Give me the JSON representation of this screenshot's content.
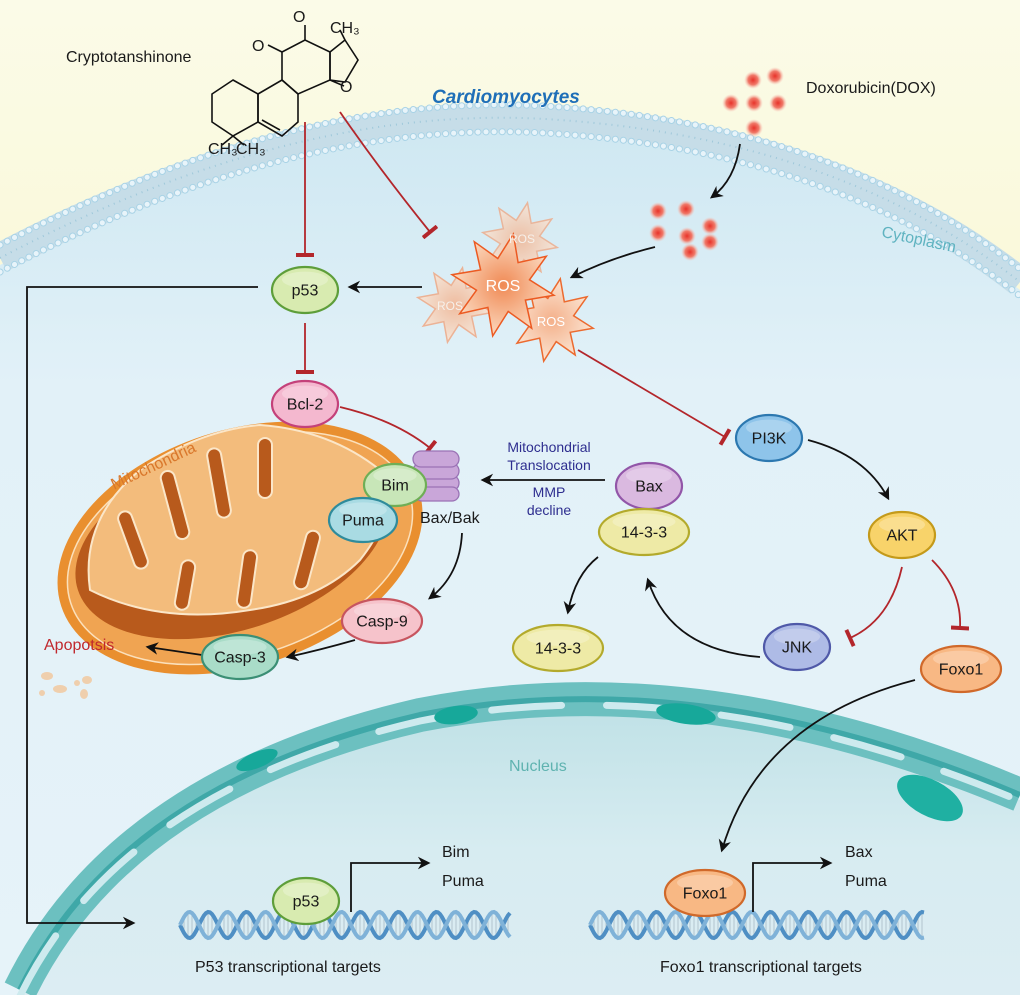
{
  "title": "Cardiomyocytes",
  "compounds": {
    "cryptotanshinone": "Cryptotanshinone",
    "ch3_top": "CH₃",
    "ch3_left": "CH₃",
    "ch3_right": "CH₃",
    "o_label_1": "O",
    "o_label_2": "O",
    "o_label_ring": "O",
    "doxorubicin": "Doxorubicin(DOX)"
  },
  "regions": {
    "cytoplasm": "Cytoplasm",
    "mitochondria": "Mitochondria",
    "nucleus": "Nucleus",
    "apoptosis": "Apopotsis"
  },
  "ros": {
    "main": "ROS",
    "small1": "ROS",
    "small2": "ROS",
    "small3": "ROS"
  },
  "nodes": {
    "p53": "p53",
    "bcl2": "Bcl-2",
    "bim": "Bim",
    "puma": "Puma",
    "bax_bak": "Bax/Bak",
    "casp9": "Casp-9",
    "casp3": "Casp-3",
    "pi3k": "PI3K",
    "akt": "AKT",
    "jnk": "JNK",
    "foxo1": "Foxo1",
    "bax": "Bax",
    "complex_1433": "14-3-3",
    "free_1433": "14-3-3",
    "nuclear_p53": "p53",
    "nuclear_foxo1": "Foxo1"
  },
  "annotations": {
    "translocation_line1": "Mitochondrial",
    "translocation_line2": "Translocation",
    "mmp_line1": "MMP",
    "mmp_line2": "decline"
  },
  "targets": {
    "p53_gene1": "Bim",
    "p53_gene2": "Puma",
    "p53_caption": "P53 transcriptional targets",
    "foxo1_gene1": "Bax",
    "foxo1_gene2": "Puma",
    "foxo1_caption": "Foxo1 transcriptional targets"
  },
  "colors": {
    "activation": "#111111",
    "inhibition": "#b3262b",
    "title": "#1f6fb8",
    "cytoplasm_label": "#5fb3c0",
    "nucleus_label": "#5fb3b0",
    "mitochondria_label": "#d9772b",
    "apoptosis_label": "#c0282d"
  }
}
